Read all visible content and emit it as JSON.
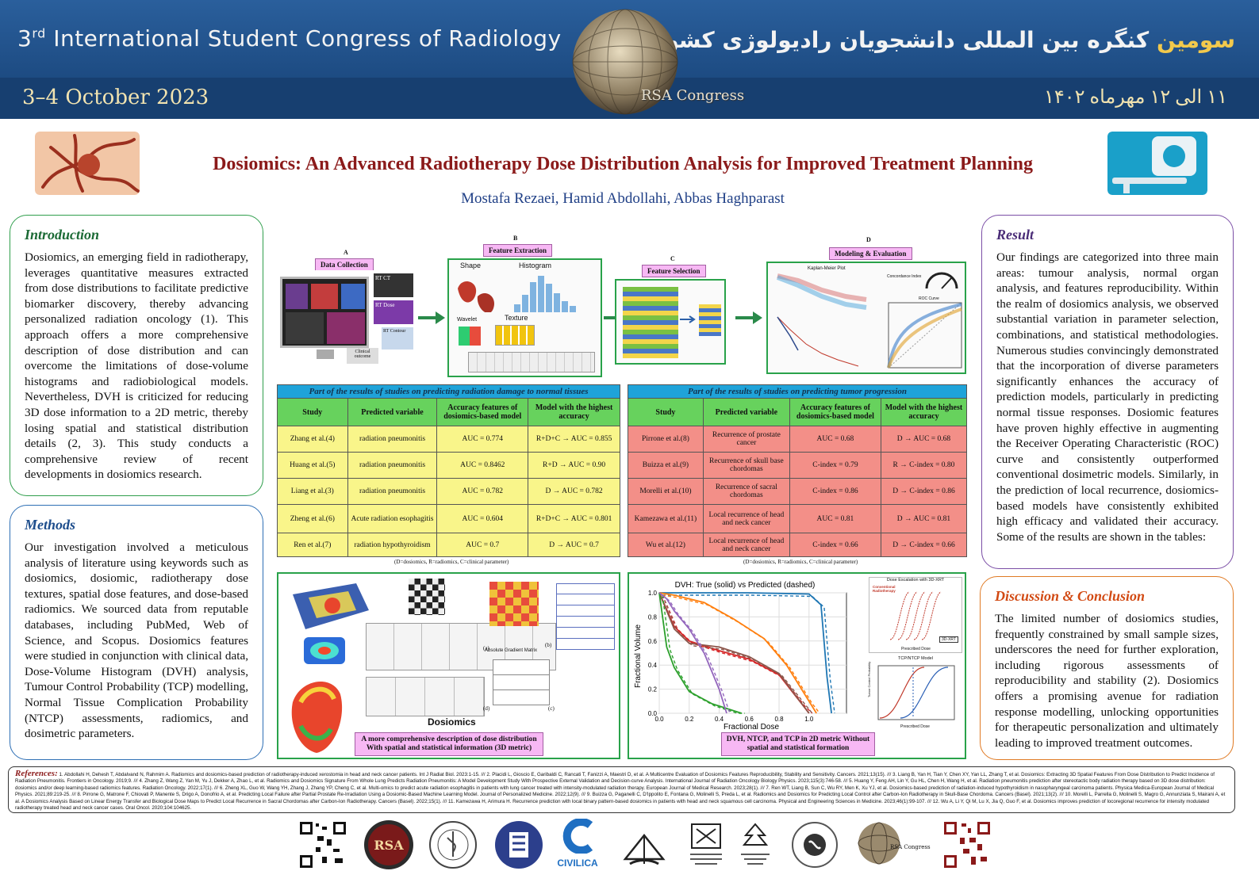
{
  "header": {
    "congress_en_ordinal": "3",
    "congress_en_sup": "rd",
    "congress_en_name": "International Student Congress of Radiology",
    "dates_en": "3–4 October 2023",
    "congress_fa_prefix": "سومین",
    "congress_fa_rest": "کنگره بین المللی دانشجویان رادیولوژی کشور",
    "dates_fa": "۱۱ الی ۱۲ مهرماه ۱۴۰۲",
    "badge": "RSA Congress"
  },
  "title": "Dosiomics: An Advanced Radiotherapy Dose Distribution Analysis for Improved Treatment Planning",
  "authors": "Mostafa Rezaei, Hamid Abdollahi, Abbas Haghparast",
  "introduction": {
    "heading": "Introduction",
    "text": "Dosiomics, an emerging field in radiotherapy, leverages quantitative measures extracted from dose distributions to facilitate predictive biomarker discovery, thereby advancing personalized radiation oncology (1). This approach offers a more comprehensive description of dose distribution and can overcome the limitations of dose-volume histograms and radiobiological models. Nevertheless, DVH is criticized for reducing 3D dose information to a 2D metric, thereby losing spatial and statistical distribution details (2, 3). This study conducts a comprehensive review of recent developments in dosiomics research."
  },
  "methods": {
    "heading": "Methods",
    "text": "Our investigation involved a meticulous analysis of literature using keywords such as dosiomics, dosiomic, radiotherapy dose textures, spatial dose features, and dose-based radiomics. We sourced data from reputable databases, including PubMed, Web of Science, and Scopus. Dosiomics features were studied in conjunction with clinical data, Dose-Volume Histogram (DVH) analysis, Tumour Control Probability (TCP) modelling, Normal Tissue Complication Probability (NTCP) assessments, radiomics, and dosimetric parameters."
  },
  "result": {
    "heading": "Result",
    "text": "Our findings are categorized into three main areas: tumour analysis, normal organ analysis, and features reproducibility. Within the realm of dosiomics analysis, we observed substantial variation in parameter selection, combinations, and statistical methodologies. Numerous studies convincingly demonstrated that the incorporation of diverse parameters significantly enhances the accuracy of prediction models, particularly in predicting normal tissue responses. Dosiomic features have proven highly effective in augmenting the Receiver Operating Characteristic (ROC) curve and consistently outperformed conventional dosimetric models. Similarly, in the prediction of local recurrence, dosiomics-based models have consistently exhibited high efficacy and validated their accuracy. Some of the results are shown in the tables:"
  },
  "discussion": {
    "heading": "Discussion & Conclusion",
    "text": "The limited number of dosiomics studies, frequently constrained by small sample sizes, underscores the need for further exploration, including rigorous assessments of reproducibility and stability (2). Dosiomics offers a promising avenue for radiation response modelling, unlocking opportunities for therapeutic personalization and ultimately leading to improved treatment outcomes."
  },
  "pipeline": {
    "a_letter": "A",
    "a_label": "Data Collection",
    "a_ct": "RT CT",
    "a_dose": "RT Dose",
    "a_contour": "RT Contour",
    "a_clinical": "Clinical outcome",
    "b_letter": "B",
    "b_label": "Feature Extraction",
    "b_shape": "Shape",
    "b_hist": "Histogram",
    "b_texture": "Texture",
    "b_wavelet": "Wavelet",
    "c_letter": "C",
    "c_label": "Feature Selection",
    "d_letter": "D",
    "d_label": "Modeling & Evaluation",
    "d_km": "Kaplan-Meier Plot",
    "d_ci": "Concordance Index",
    "d_roc": "ROC Curve"
  },
  "table_left": {
    "caption": "Part of the results of studies on predicting radiation damage to normal tissues",
    "headers": [
      "Study",
      "Predicted variable",
      "Accuracy features of dosiomics-based model",
      "Model with the highest accuracy"
    ],
    "rows": [
      [
        "Zhang et al.(4)",
        "radiation pneumonitis",
        "AUC = 0.774",
        "R+D+C → AUC = 0.855"
      ],
      [
        "Huang et al.(5)",
        "radiation pneumonitis",
        "AUC = 0.8462",
        "R+D → AUC = 0.90"
      ],
      [
        "Liang et al.(3)",
        "radiation pneumonitis",
        "AUC = 0.782",
        "D → AUC = 0.782"
      ],
      [
        "Zheng et al.(6)",
        "Acute radiation esophagitis",
        "AUC = 0.604",
        "R+D+C → AUC = 0.801"
      ],
      [
        "Ren et al.(7)",
        "radiation hypothyroidism",
        "AUC = 0.7",
        "D → AUC = 0.7"
      ]
    ],
    "note": "(D=dosiomics, R=radiomics, C=clinical parameter)"
  },
  "table_right": {
    "caption": "Part of the results of studies on predicting tumor progression",
    "headers": [
      "Study",
      "Predicted variable",
      "Accuracy features of dosiomics-based model",
      "Model with the highest accuracy"
    ],
    "rows": [
      [
        "Pirrone et al.(8)",
        "Recurrence of prostate cancer",
        "AUC = 0.68",
        "D → AUC = 0.68"
      ],
      [
        "Buizza et al.(9)",
        "Recurrence of skull base chordomas",
        "C-index = 0.79",
        "R → C-index = 0.80"
      ],
      [
        "Morelli et al.(10)",
        "Recurrence of sacral chordomas",
        "C-index = 0.86",
        "D → C-index = 0.86"
      ],
      [
        "Kamezawa et al.(11)",
        "Local recurrence of head and neck cancer",
        "AUC = 0.81",
        "D → AUC = 0.81"
      ],
      [
        "Wu et al.(12)",
        "Local recurrence of head and neck cancer",
        "C-index = 0.66",
        "D → C-index = 0.66"
      ]
    ],
    "note": "(D=dosiomics, R=radiomics, C=clinical parameter)"
  },
  "bottom_left": {
    "label": "Dosiomics",
    "caption": "A more comprehensive description of dose distribution With spatial and statistical information (3D metric)",
    "sub_a": "(a)",
    "sub_b": "(b)",
    "sub_c": "(c)",
    "sub_d": "(d)",
    "gradient_label": "Absolute Gradient Matrix"
  },
  "bottom_right": {
    "chart_title": "DVH: True (solid) vs Predicted (dashed)",
    "xlabel": "Fractional Dose",
    "ylabel": "Fractional Volume",
    "caption": "DVH, NTCP, and TCP in 2D metric Without spatial and statistical formation",
    "inset1_title": "Dose Escalation with 3D-XRT",
    "inset1_x": "Prescribed Dose",
    "inset2_title": "TCP/NTCP Model",
    "inset2_x": "Prescribed Dose",
    "inset2_y": "Tumor Control Probability",
    "inset1_tag": "3D-XRT",
    "inset1_legend": "Conventional Radiotherapy"
  },
  "chart_data": {
    "type": "line",
    "title": "DVH: True (solid) vs Predicted (dashed)",
    "xlabel": "Fractional Dose",
    "ylabel": "Fractional Volume",
    "xlim": [
      0,
      1.25
    ],
    "ylim": [
      0,
      1.0
    ],
    "xticks": [
      "0.0",
      "0.2",
      "0.4",
      "0.6",
      "0.8",
      "1.0"
    ],
    "yticks": [
      "0.0",
      "0.2",
      "0.4",
      "0.6",
      "0.8",
      "1.0"
    ],
    "series": [
      {
        "color": "#1f77b4",
        "x": [
          0,
          0.6,
          1.0,
          1.08,
          1.12,
          1.15
        ],
        "y": [
          1,
          1,
          0.99,
          0.9,
          0.3,
          0
        ]
      },
      {
        "color": "#ff7f0e",
        "x": [
          0,
          0.1,
          0.3,
          0.5,
          0.7,
          0.85,
          1.0,
          1.05
        ],
        "y": [
          1,
          0.98,
          0.92,
          0.78,
          0.62,
          0.4,
          0.1,
          0
        ]
      },
      {
        "color": "#d62728",
        "x": [
          0,
          0.1,
          0.2,
          0.4,
          0.6,
          0.8,
          0.95,
          1.0
        ],
        "y": [
          1,
          0.72,
          0.6,
          0.52,
          0.45,
          0.32,
          0.08,
          0
        ]
      },
      {
        "color": "#8c564b",
        "x": [
          0,
          0.1,
          0.2,
          0.4,
          0.6,
          0.8,
          1.0
        ],
        "y": [
          1,
          0.7,
          0.58,
          0.55,
          0.47,
          0.33,
          0
        ]
      },
      {
        "color": "#2ca02c",
        "x": [
          0,
          0.05,
          0.1,
          0.2,
          0.35,
          0.5,
          0.55
        ],
        "y": [
          1,
          0.55,
          0.38,
          0.18,
          0.08,
          0.02,
          0
        ]
      },
      {
        "color": "#9467bd",
        "x": [
          0,
          0.05,
          0.1,
          0.2,
          0.3,
          0.4,
          0.45
        ],
        "y": [
          1,
          0.95,
          0.85,
          0.7,
          0.5,
          0.2,
          0
        ]
      }
    ]
  },
  "references": {
    "label": "References:",
    "text": "1. Abdollahi H, Dehesh T, Abdalvand N, Rahmim A. Radiomics and dosiomics-based prediction of radiotherapy-induced xerostomia in head and neck cancer patients. Int J Radiat Biol. 2023:1-15. /// 2. Placidi L, Gioscio E, Garibaldi C, Rancati T, Fanizzi A, Maestri D, et al. A Multicentre Evaluation of Dosiomics Features Reproducibility, Stability and Sensitivity. Cancers. 2021;13(15). /// 3. Liang B, Yan H, Tian Y, Chen XY, Yan LL, Zhang T, et al. Dosiomics: Extracting 3D Spatial Features From Dose Distribution to Predict Incidence of Radiation Pneumonitis. Frontiers in Oncology. 2019;9. /// 4. Zhang Z, Wang Z, Yan M, Yu J, Dekker A, Zhao L, et al. Radiomics and Dosiomics Signature From Whole Lung Predicts Radiation Pneumonitis: A Model Development Study With Prospective External Validation and Decision-curve Analysis. International Journal of Radiation Oncology Biology Physics. 2023;115(3):746-58. /// 5. Huang Y, Feng AH, Lin Y, Gu HL, Chen H, Wang H, et al. Radiation pneumonitis prediction after stereotactic body radiation therapy based on 3D dose distribution: dosiomics and/or deep learning-based radiomics features. Radiation Oncology. 2022;17(1). /// 6. Zheng XL, Guo W, Wang YH, Zhang J, Zhang YP, Cheng C, et al. Multi-omics to predict acute radiation esophagitis in patients with lung cancer treated with intensity-modulated radiation therapy. European Journal of Medical Research. 2023;28(1). /// 7. Ren WT, Liang B, Sun C, Wu RY, Men K, Xu YJ, et al. Dosiomics-based prediction of radiation-induced hypothyroidism in nasopharyngeal carcinoma patients. Physica Medica-European Journal of Medical Physics. 2021;89:219-25. /// 8. Pirrone G, Matrone F, Chiovati P, Manente S, Drigo A, Donofrio A, et al. Predicting Local Failure after Partial Prostate Re-Irradiation Using a Dosiomic-Based Machine Learning Model. Journal of Personalized Medicine. 2022;12(9). /// 9. Buizza G, Paganelli C, D'Ippolito E, Fontana G, Molinelli S, Preda L, et al. Radiomics and Dosiomics for Predicting Local Control after Carbon-Ion Radiotherapy in Skull-Base Chordoma. Cancers (Basel). 2021;13(2). /// 10. Morelli L, Parrella G, Molinelli S, Magro G, Annunziata S, Mairani A, et al. A Dosiomics Analysis Based on Linear Energy Transfer and Biological Dose Maps to Predict Local Recurrence in Sacral Chordomas after Carbon-Ion Radiotherapy. Cancers (Basel). 2022;15(1). /// 11. Kamezawa H, Arimura H. Recurrence prediction with local binary pattern-based dosiomics in patients with head and neck squamous cell carcinoma. Physical and Engineering Sciences in Medicine. 2023;46(1):99-107. /// 12. Wu A, Li Y, Qi M, Lu X, Jia Q, Guo F, et al. Dosiomics improves prediction of locoregional recurrence for intensity modulated radiotherapy treated head and neck cancer cases. Oral Oncol. 2020;104:104625."
  },
  "logos": {
    "civilica": "CIVILICA",
    "rsa": "RSA",
    "rsa_congress": "RSA Congress"
  },
  "colors": {
    "header_blue": "#1e4d84",
    "title_red": "#8b1a1a",
    "table_caption_blue": "#1fa3d9",
    "table_header_green": "#67d25d",
    "table_yellow": "#f9f58a",
    "table_red": "#f38f88",
    "frame_green": "#29a24a",
    "tag_pink": "#f7b8f4"
  }
}
